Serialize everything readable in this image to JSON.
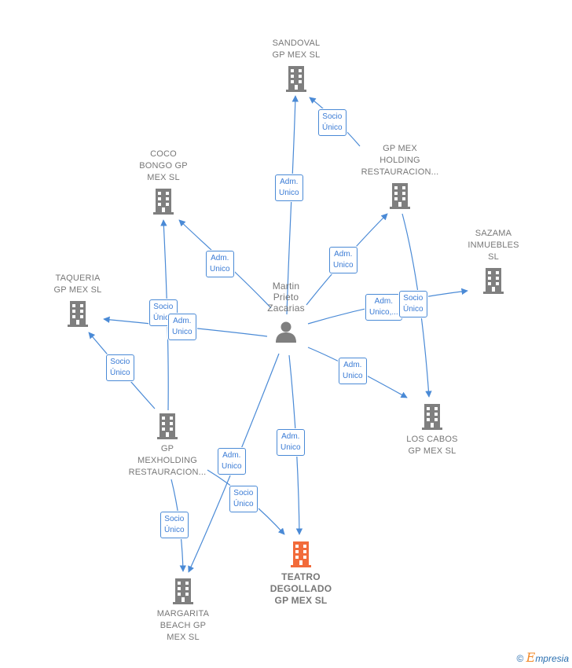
{
  "diagram": {
    "person": {
      "label": "Martin\nPrieto\nZacarias",
      "icon": "person-icon"
    },
    "companies": {
      "sandoval": "SANDOVAL\nGP MEX  SL",
      "coco_bongo": "COCO\nBONGO GP\nMEX  SL",
      "gp_mex_holding": "GP MEX\nHOLDING\nRESTAURACION...",
      "sazama": "SAZAMA\nINMUEBLES\nSL",
      "taqueria": "TAQUERIA\nGP MEX  SL",
      "los_cabos": "LOS CABOS\nGP MEX  SL",
      "gp_mexholding": "GP\nMEXHOLDING\nRESTAURACION...",
      "teatro": "TEATRO\nDEGOLLADO\nGP MEX  SL",
      "margarita": "MARGARITA\nBEACH GP\nMEX  SL"
    },
    "edge_labels": {
      "socio_unico": "Socio\nÚnico",
      "adm_unico": "Adm.\nUnico",
      "adm_unico_trunc": "Adm.\nUnico,..."
    },
    "colors": {
      "edge": "#4a8ad6",
      "building": "#7f7f7f",
      "building_focus": "#f26b3a"
    }
  },
  "footer": {
    "copyright": "©",
    "brand_initial": "E",
    "brand_rest": "mpresia"
  }
}
